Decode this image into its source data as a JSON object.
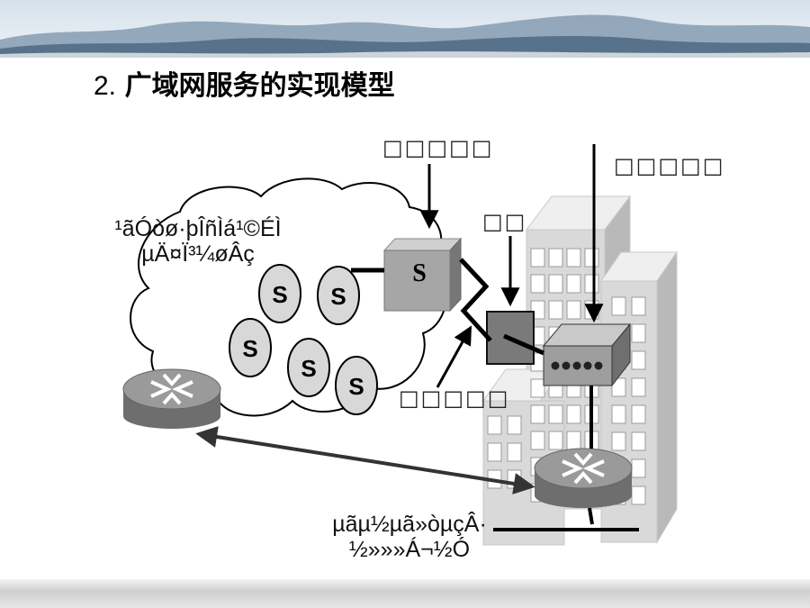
{
  "title": {
    "number": "2.",
    "text": "广域网服务的实现模型"
  },
  "labels": {
    "cloud_text_line1": "¹ãÓòø·þÎñÌá¹©ÉÌ",
    "cloud_text_line2": "µÄ¤Ï³¼øÂç",
    "top_center_label": "□□□□□",
    "top_right_label": "□□□□□",
    "mid_label": "□□",
    "lower_label": "□□□□□",
    "bottom_text_line1": "µãµ½µã»òµçÂ·",
    "bottom_text_line2": "½»»»Á¬½Ó"
  },
  "switch_letters": [
    "S",
    "S",
    "S",
    "S",
    "S",
    "S"
  ],
  "cube_letter": "S",
  "colors": {
    "ellipse_fill": "#d8d8d8",
    "router_fill": "#8c8c8c",
    "building_fill": "#d9d9d9",
    "cube_front": "#a6a6a6"
  }
}
